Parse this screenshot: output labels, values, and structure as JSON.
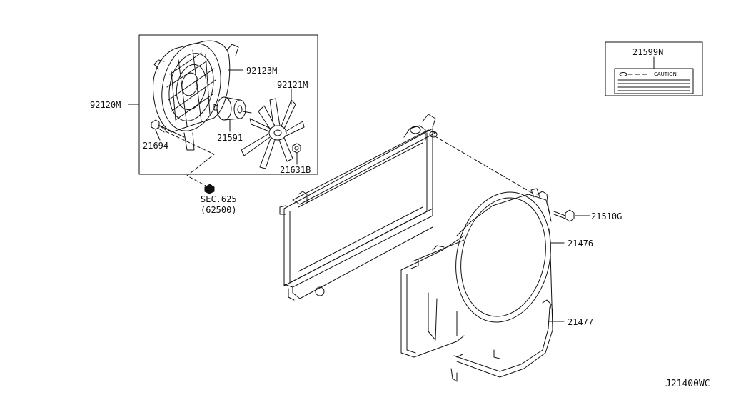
{
  "diagram_code": "J21400WC",
  "labels": {
    "p92120M": "92120M",
    "p92123M": "92123M",
    "p92121M": "92121M",
    "p21591": "21591",
    "p21694": "21694",
    "p21631B": "21631B",
    "sec_ref": "SEC.625",
    "sec_sub": "(62500)",
    "p21599N": "21599N",
    "caution_text": "CAUTION",
    "p21510G": "21510G",
    "p21476": "21476",
    "p21477": "21477"
  },
  "colors": {
    "ink": "#111111",
    "background": "#ffffff"
  }
}
